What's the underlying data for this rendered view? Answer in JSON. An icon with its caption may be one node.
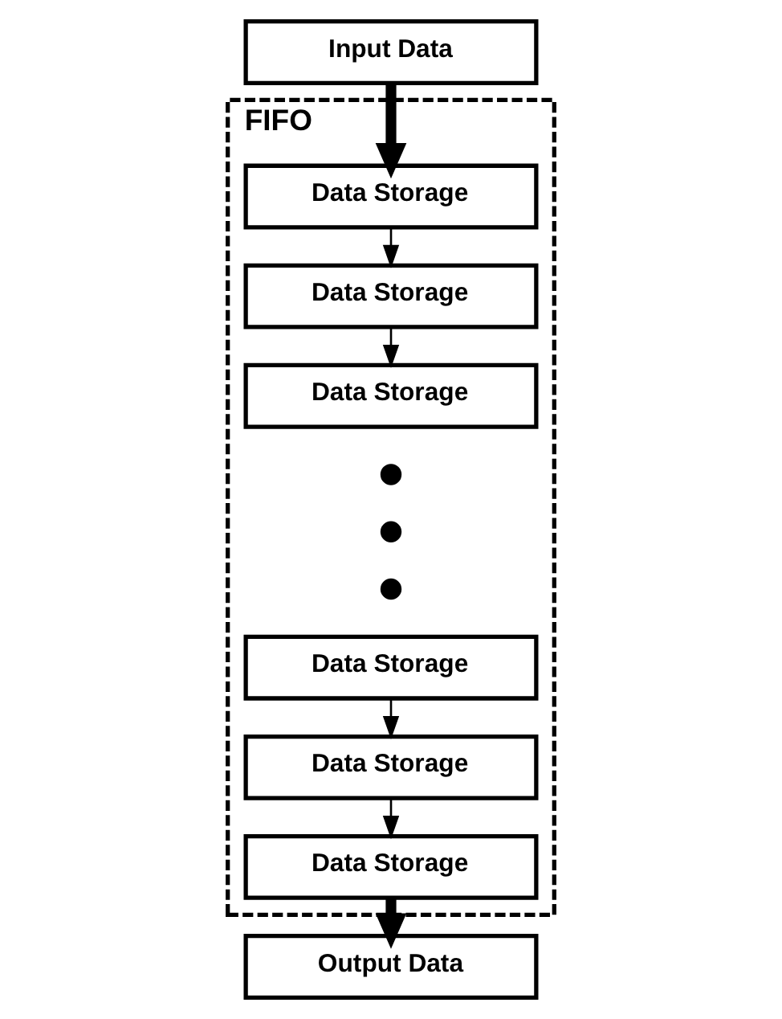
{
  "diagram": {
    "nodes": [
      {
        "text": [
          "Input Data"
        ]
      },
      {
        "text": [
          "FIFO"
        ]
      },
      {
        "text": [
          "Data Storage"
        ],
        "in": 1
      },
      {
        "text": [
          "Data Storage"
        ],
        "in": 1
      },
      {
        "text": [
          "Data Storage"
        ],
        "in": 1
      },
      {
        "text": [],
        "shape": "circle",
        "in": 1
      },
      {
        "text": [],
        "shape": "circle",
        "in": 1
      },
      {
        "text": [],
        "shape": "circle",
        "in": 1
      },
      {
        "text": [
          "Data Storage"
        ],
        "in": 1
      },
      {
        "text": [
          "Data Storage"
        ],
        "in": 1
      },
      {
        "text": [
          "Data Storage"
        ],
        "in": 1
      },
      {
        "text": [
          "Output Data"
        ]
      }
    ],
    "edges": [
      {
        "from": 0,
        "to": 2,
        "arrow": "to",
        "style": "thick"
      },
      {
        "from": 2,
        "to": 3,
        "arrow": "to"
      },
      {
        "from": 3,
        "to": 4,
        "arrow": "to"
      },
      {
        "from": 8,
        "to": 9,
        "arrow": "to"
      },
      {
        "from": 9,
        "to": 10,
        "arrow": "to"
      },
      {
        "from": 10,
        "to": 11,
        "arrow": "to",
        "style": "thick"
      }
    ]
  }
}
